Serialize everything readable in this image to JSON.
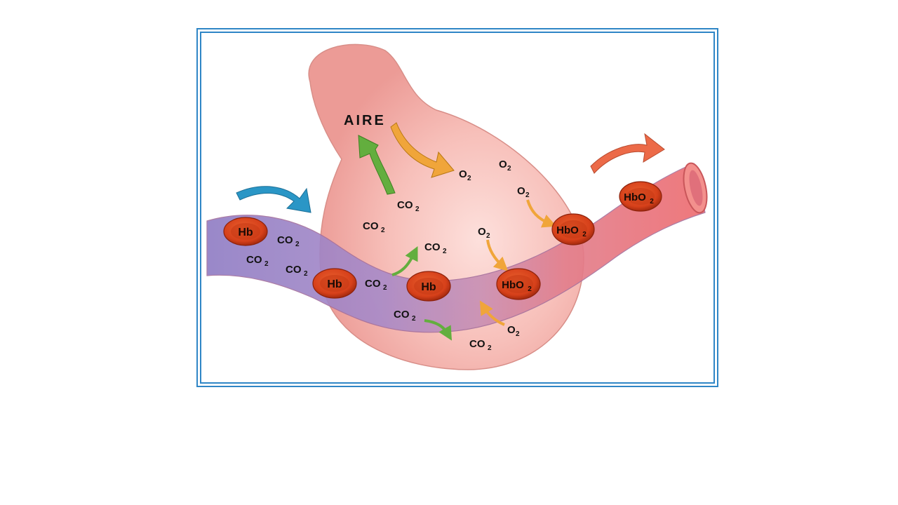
{
  "diagram": {
    "air_label": "AIRE",
    "hb": "Hb",
    "hbo2": "HbO",
    "co2": "CO",
    "o2": "O",
    "subscript_2": "2"
  },
  "colors": {
    "frame_border": "#2f86c6",
    "alveolus": "#f5b5b0",
    "vein_deoxygenated": "#9a86c8",
    "artery_oxygenated": "#ea6a6e",
    "red_blood_cell": "#d9441c",
    "co2_arrow": "#63ae3e",
    "o2_arrow": "#f0a53a",
    "inflow_arrow": "#2a96c6",
    "outflow_arrow": "#ec6a48"
  }
}
